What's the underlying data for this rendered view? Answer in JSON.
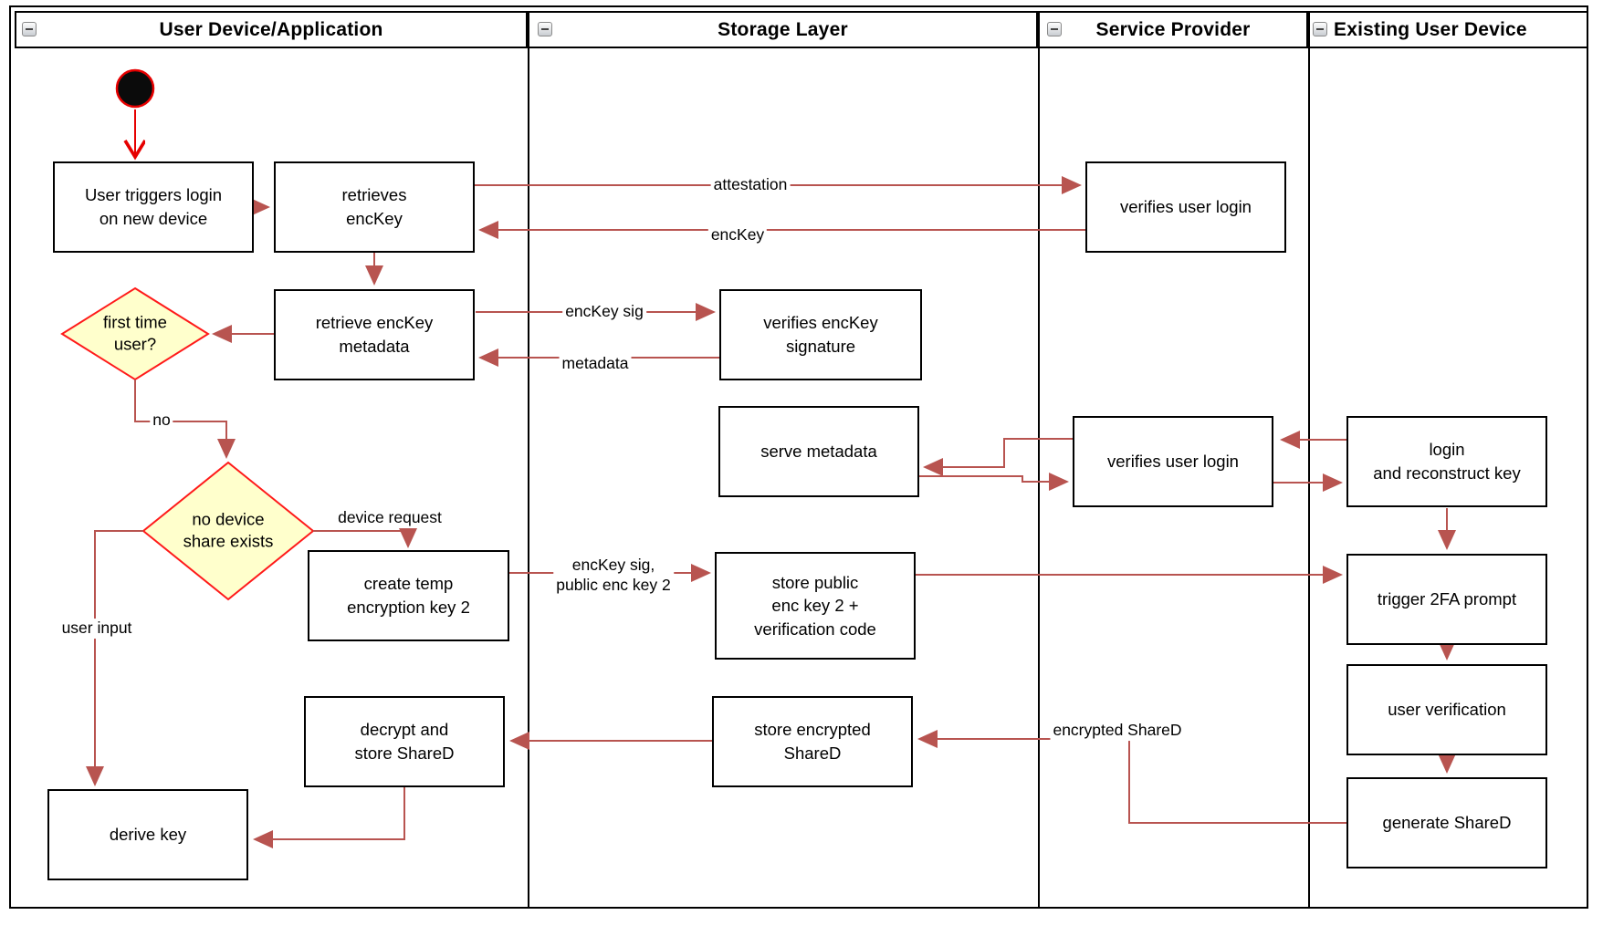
{
  "header": {
    "lanes": [
      {
        "label": "User Device/Application"
      },
      {
        "label": "Storage Layer"
      },
      {
        "label": "Service Provider"
      },
      {
        "label": "Existing User Device"
      }
    ]
  },
  "nodes": {
    "user_triggers": "User triggers login\non new device",
    "retrieves_enckey": "retrieves\nencKey",
    "retrieve_metadata": "retrieve encKey\nmetadata",
    "first_time_user": "first time\nuser?",
    "no_device_share": "no device\nshare exists",
    "create_temp_key": "create temp\nencryption key 2",
    "decrypt_store_shared": "decrypt and\nstore ShareD",
    "derive_key": "derive key",
    "verifies_enckey_signature": "verifies encKey\nsignature",
    "serve_metadata": "serve metadata",
    "store_public_key": "store public\nenc key 2 +\nverification code",
    "store_encrypted_shared": "store encrypted\nShareD",
    "verifies_user_login_top": "verifies user login",
    "verifies_user_login_mid": "verifies user login",
    "login_reconstruct": "login\nand reconstruct key",
    "trigger_2fa": "trigger 2FA prompt",
    "user_verification": "user verification",
    "generate_shared": "generate ShareD"
  },
  "edges": {
    "attestation": "attestation",
    "enckey": "encKey",
    "enckey_sig": "encKey sig",
    "metadata": "metadata",
    "no": "no",
    "device_request": "device request",
    "user_input": "user input",
    "enckey_sig_public": "encKey sig,\npublic enc key 2",
    "encrypted_shared": "encrypted ShareD"
  },
  "colors": {
    "connector": "#b85450",
    "start_accent": "#e60000",
    "diamond_fill": "#ffffcc",
    "diamond_border": "#ff1a1a",
    "box_border": "#000000"
  }
}
